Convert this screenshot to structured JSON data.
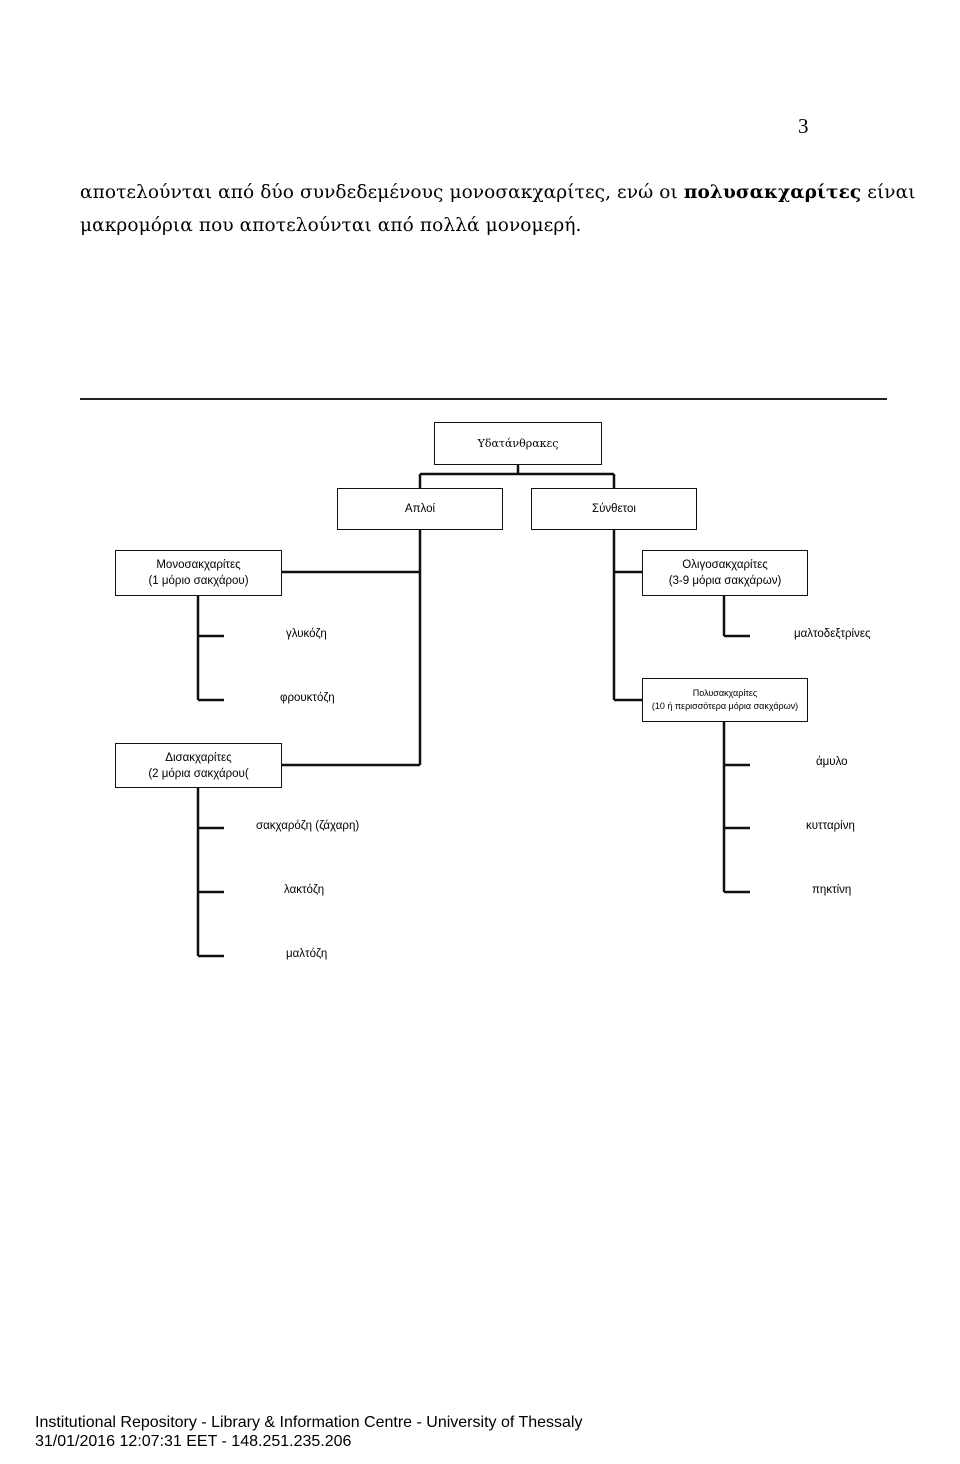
{
  "page": {
    "number": "3",
    "paragraph": {
      "line1_part1": "αποτελούνται από δύο συνδεδεμένους μονοσακχαρίτες, ενώ οι ",
      "line1_bold": "πολυσακχαρίτες",
      "line1_part2": " είναι",
      "line2": "μακρομόρια που αποτελούνται από πολλά μονομερή."
    }
  },
  "diagram": {
    "root": "Υδατάνθρακες",
    "simple": "Απλοί",
    "complex": "Σύνθετοι",
    "mono": {
      "line1": "Μονοσακχαρίτες",
      "line2": "(1 μόριο σακχάρου)"
    },
    "di": {
      "line1": "Δισακχαρίτες",
      "line2": "(2 μόρια σακχάρου("
    },
    "oligo": {
      "line1": "Ολιγοσακχαρίτες",
      "line2": "(3-9 μόρια σακχάρων)"
    },
    "poly": {
      "line1": "Πολυσακχαρίτες",
      "line2": "(10 ή περισσότερα μόρια σακχάρων)"
    },
    "mono_items": [
      "γλυκόζη",
      "φρουκτόζη"
    ],
    "di_items": [
      "σακχαρόζη (ζάχαρη)",
      "λακτόζη",
      "μαλτόζη"
    ],
    "oligo_items": [
      "μαλτοδεξτρίνες"
    ],
    "poly_items": [
      "άμυλο",
      "κυτταρίνη",
      "πηκτίνη"
    ]
  },
  "footer": {
    "line1": "Institutional Repository - Library & Information Centre - University of Thessaly",
    "line2": "31/01/2016 12:07:31 EET - 148.251.235.206"
  }
}
